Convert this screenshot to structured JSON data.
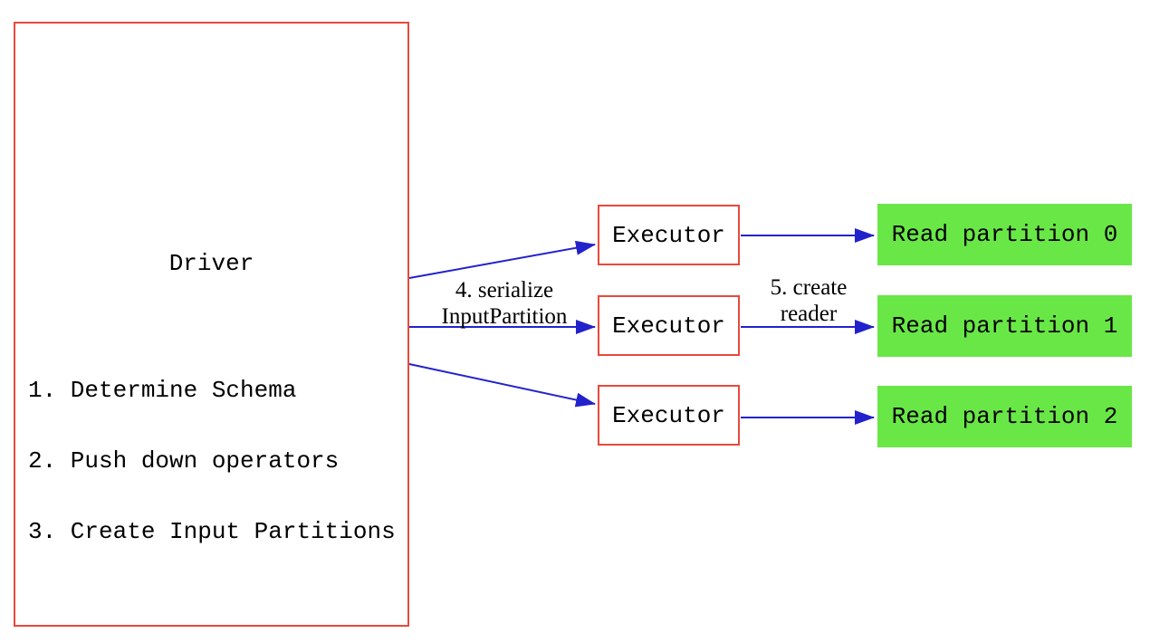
{
  "colors": {
    "background": "#ffffff",
    "border_red": "#e8493c",
    "arrow_blue": "#2222cc",
    "partition_green": "#69e747",
    "text": "#000000"
  },
  "driver": {
    "title": "Driver",
    "steps": [
      "1. Determine Schema",
      "2. Push down operators",
      "3. Create Input Partitions"
    ]
  },
  "executors": [
    {
      "label": "Executor"
    },
    {
      "label": "Executor"
    },
    {
      "label": "Executor"
    }
  ],
  "partitions": [
    {
      "label": "Read partition 0"
    },
    {
      "label": "Read partition 1"
    },
    {
      "label": "Read partition 2"
    }
  ],
  "edge_labels": {
    "serialize": {
      "line1": "4. serialize",
      "line2": "InputPartition"
    },
    "create_reader": {
      "line1": "5. create",
      "line2": "reader"
    }
  }
}
